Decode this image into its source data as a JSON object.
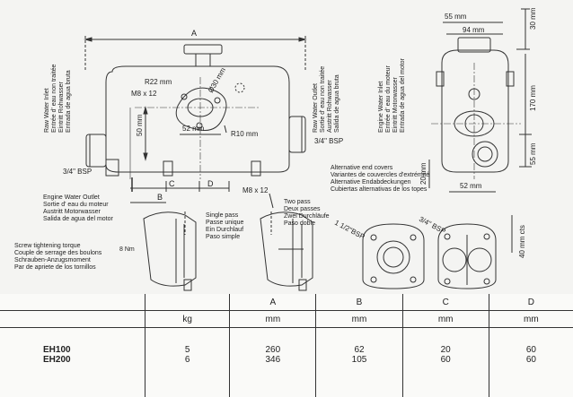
{
  "diagram": {
    "dimensions": {
      "A": "A",
      "w55": "55 mm",
      "w94": "94 mm",
      "h30": "30 mm",
      "r22": "R22 mm",
      "m8x12_top": "M8 x 12",
      "d30": "Ø30 mm",
      "w52_center": "52 mm",
      "h50": "50 mm",
      "r10": "R10 mm",
      "bsp34_right": "3/4\" BSP",
      "bsp34_left": "3/4\" BSP",
      "h170": "170 mm",
      "h55": "55 mm",
      "h20": "20 mm",
      "w52_side": "52 mm",
      "B": "B",
      "C": "C",
      "D": "D",
      "m8x12_bottom": "M8 x 12",
      "h40cts": "40 mm cts",
      "bsp112": "1 1/2\"BSP",
      "bsp34_cover": "3/4\" BSP",
      "torque": "8 Nm"
    },
    "raw_water_inlet_left": [
      "Raw Water Inlet",
      "Entrée d' eau non traitée",
      "Eintritt Rohwasser",
      "Entrada de agua bruta"
    ],
    "raw_water_outlet": [
      "Raw Water Outlet",
      "Sortie d' eau non traitée",
      "Austritt Rohwasser",
      "Salida de agua bruta"
    ],
    "engine_water_inlet": [
      "Engine Water Inlet",
      "Entrée d' eau du moteur",
      "Eintritt Motorwasser",
      "Entrada de agua del motor"
    ],
    "engine_water_outlet": [
      "Engine Water Outlet",
      "Sortie d' eau du moteur",
      "Austritt Motorwasser",
      "Salida de agua del motor"
    ],
    "alternative_covers": [
      "Alternative end covers",
      "Variantes de couvercles d'extrémité",
      "Alternative Endabdeckungen",
      "Cubiertas alternativas de los topes"
    ],
    "single_pass": [
      "Single pass",
      "Passe unique",
      "Ein Durchlauf",
      "Paso simple"
    ],
    "two_pass": [
      "Two pass",
      "Deux passes",
      "Zwei Durchläufe",
      "Paso doble"
    ],
    "torque_text": [
      "Screw tightening torque",
      "Couple de serrage des boulons",
      "Schrauben-Anzugsmoment",
      "Par de apriete de los tornillos"
    ]
  },
  "table": {
    "header_row": [
      "",
      "",
      "A",
      "B",
      "C",
      "D"
    ],
    "unit_row": [
      "",
      "kg",
      "mm",
      "mm",
      "mm",
      "mm"
    ],
    "rows": [
      [
        "EH100",
        "5",
        "260",
        "62",
        "20",
        "60"
      ],
      [
        "EH200",
        "6",
        "346",
        "105",
        "60",
        "60"
      ]
    ]
  }
}
